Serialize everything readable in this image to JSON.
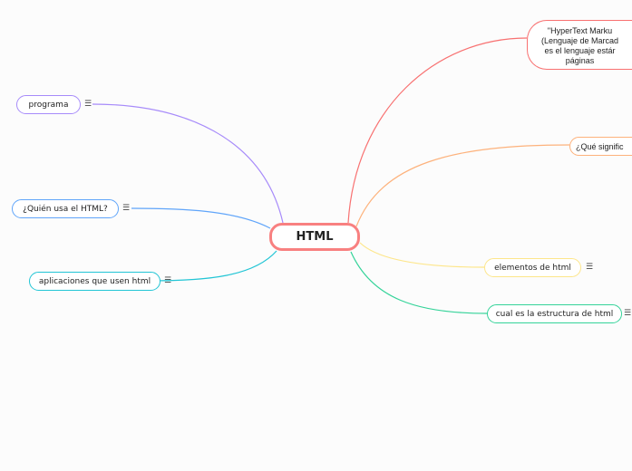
{
  "central": {
    "label": "HTML",
    "color": "#f88080"
  },
  "definition": {
    "lines": [
      "\"HyperText Marku",
      "(Lenguaje de Marcad",
      "es el lenguaje estár",
      "páginas"
    ],
    "color": "#f87171"
  },
  "nodes": [
    {
      "label": "¿Qué signific",
      "color": "#fdb27c"
    },
    {
      "label": "elementos de html",
      "color": "#fde68a"
    },
    {
      "label": "cual es la estructura de html",
      "color": "#34d399"
    },
    {
      "label": "programa",
      "color": "#a78bfa"
    },
    {
      "label": "¿Quién usa el HTML?",
      "color": "#60a5fa"
    },
    {
      "label": "aplicaciones que usen html",
      "color": "#22c5d5"
    }
  ],
  "menu_icon": "☰"
}
